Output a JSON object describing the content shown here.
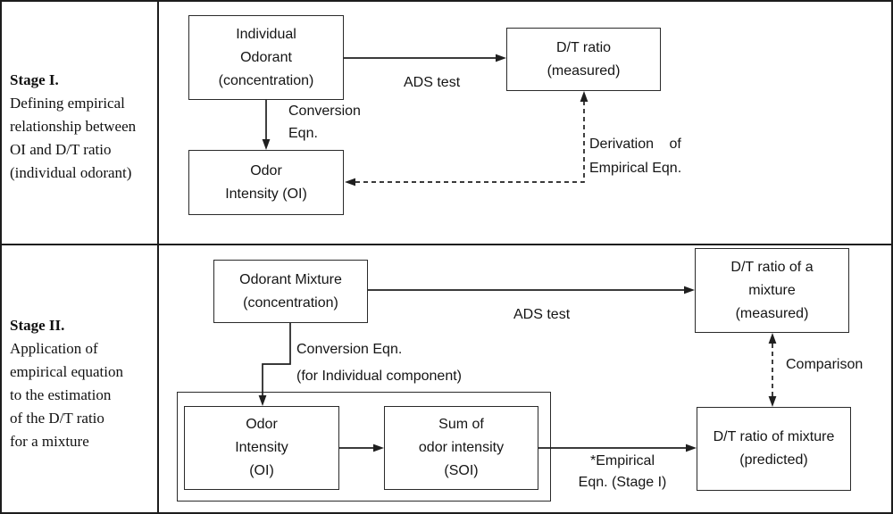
{
  "stage1": {
    "title": "Stage I.",
    "description": [
      "Defining empirical",
      "relationship between",
      "OI and D/T ratio",
      "(individual odorant)"
    ],
    "boxes": {
      "individual_odorant": [
        "Individual",
        "Odorant",
        "(concentration)"
      ],
      "dt_ratio_measured": [
        "D/T ratio",
        "(measured)"
      ],
      "odor_intensity": [
        "Odor",
        "Intensity (OI)"
      ]
    },
    "labels": {
      "ads_test": "ADS test",
      "conversion": [
        "Conversion",
        "Eqn."
      ],
      "derivation": [
        "Derivation of",
        "Empirical Eqn."
      ]
    }
  },
  "stage2": {
    "title": "Stage II.",
    "description": [
      "Application of",
      "empirical equation",
      "to the estimation",
      "of the D/T ratio",
      "for a mixture"
    ],
    "boxes": {
      "odorant_mixture": [
        "Odorant Mixture",
        "(concentration)"
      ],
      "odor_intensity": [
        "Odor",
        "Intensity",
        "(OI)"
      ],
      "sum_odor_intensity": [
        "Sum of",
        "odor intensity",
        "(SOI)"
      ],
      "dt_mixture_measured": [
        "D/T ratio of a",
        "mixture",
        "(measured)"
      ],
      "dt_mixture_predicted": [
        "D/T ratio of mixture",
        "(predicted)"
      ]
    },
    "labels": {
      "ads_test": "ADS test",
      "conversion": [
        "Conversion Eqn.",
        "(for Individual component)"
      ],
      "comparison": "Comparison",
      "empirical": [
        "*Empirical",
        "Eqn. (Stage I)"
      ]
    }
  },
  "colors": {
    "line": "#1f1f1f",
    "background": "#ffffff"
  }
}
